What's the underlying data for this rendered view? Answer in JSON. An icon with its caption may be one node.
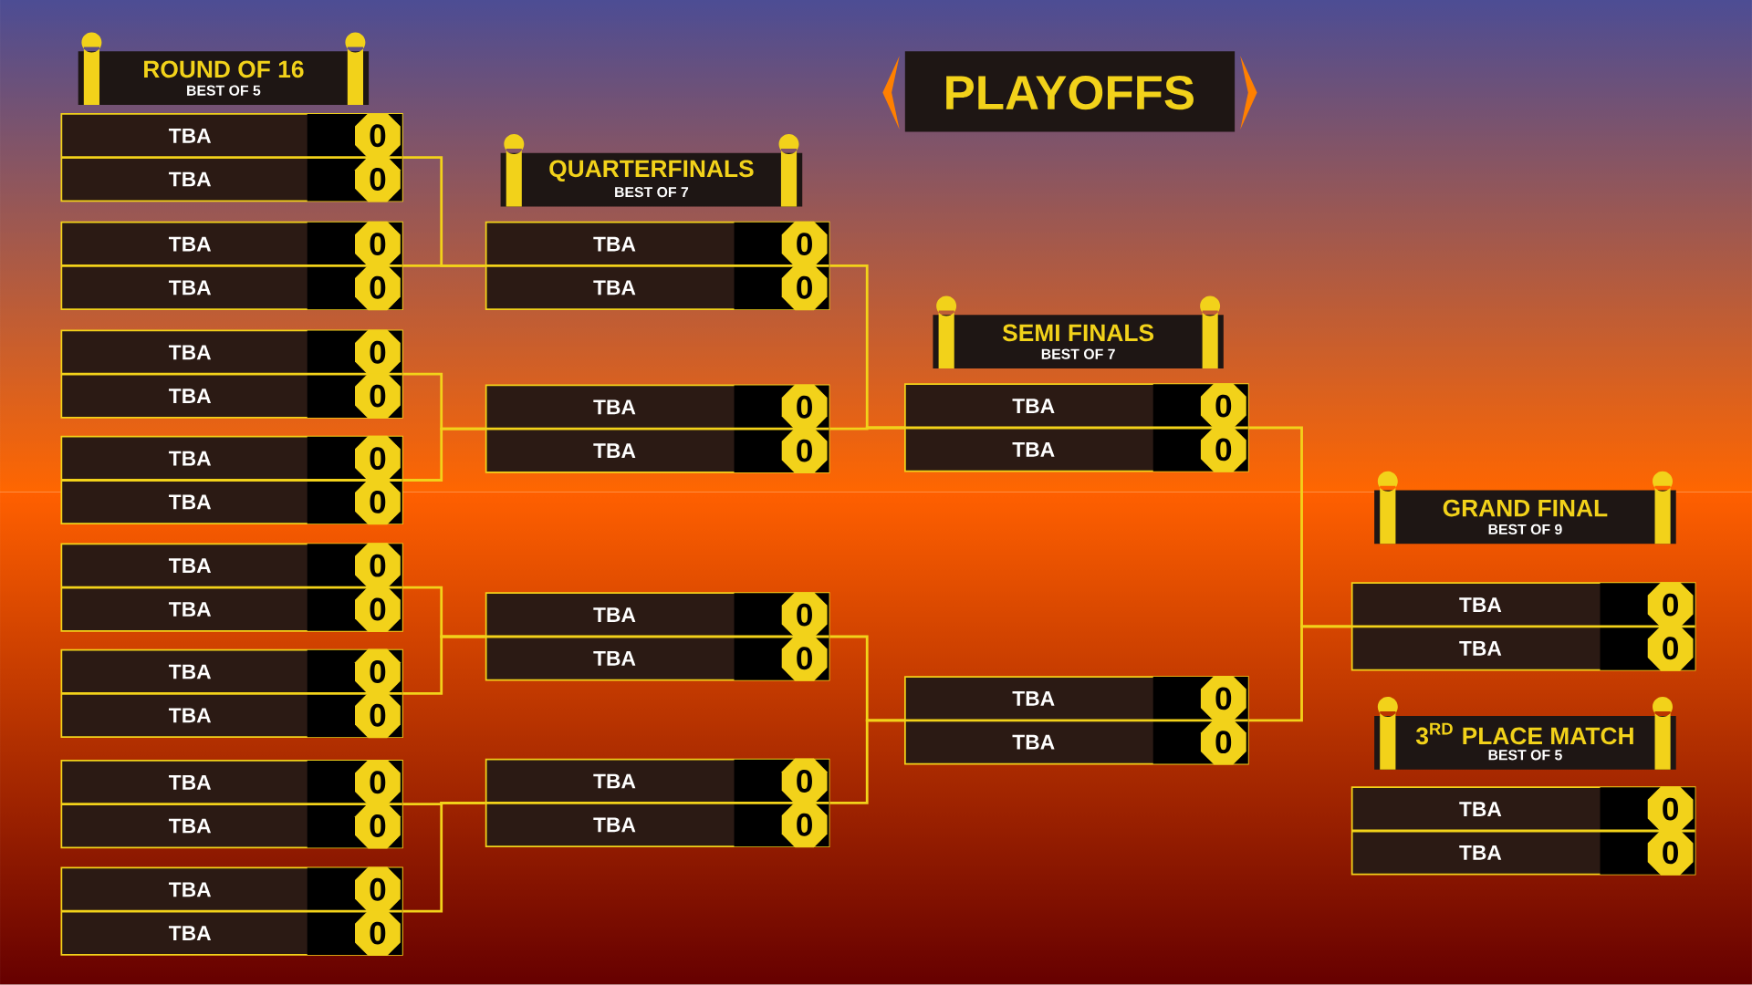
{
  "diagram": {
    "title": "PLAYOFFS",
    "nodes": [
      {
        "text": [
          "TBA",
          "0",
          "TBA",
          "0"
        ]
      },
      {
        "text": [
          "TBA",
          "0",
          "TBA",
          "0"
        ]
      },
      {
        "text": [
          "TBA",
          "0",
          "TBA",
          "0"
        ]
      },
      {
        "text": [
          "TBA",
          "0",
          "TBA",
          "0"
        ]
      },
      {
        "text": [
          "TBA",
          "0",
          "TBA",
          "0"
        ]
      },
      {
        "text": [
          "TBA",
          "0",
          "TBA",
          "0"
        ]
      },
      {
        "text": [
          "TBA",
          "0",
          "TBA",
          "0"
        ]
      },
      {
        "text": [
          "TBA",
          "0",
          "TBA",
          "0"
        ]
      },
      {
        "text": [
          "TBA",
          "0",
          "TBA",
          "0"
        ]
      },
      {
        "text": [
          "TBA",
          "0",
          "TBA",
          "0"
        ]
      },
      {
        "text": [
          "TBA",
          "0",
          "TBA",
          "0"
        ]
      },
      {
        "text": [
          "TBA",
          "0",
          "TBA",
          "0"
        ]
      },
      {
        "text": [
          "TBA",
          "0",
          "TBA",
          "0"
        ]
      },
      {
        "text": [
          "TBA",
          "0",
          "TBA",
          "0"
        ]
      },
      {
        "text": [
          "TBA",
          "0",
          "TBA",
          "0"
        ]
      },
      {
        "text": [
          "TBA",
          "0",
          "TBA",
          "0"
        ]
      },
      {
        "text": [
          "ROUND OF 16",
          "BEST OF 5"
        ]
      },
      {
        "text": [
          "QUARTERFINALS",
          "BEST OF 7"
        ]
      },
      {
        "text": [
          "SEMI FINALS",
          "BEST OF 7"
        ]
      },
      {
        "text": [
          "GRAND FINAL",
          "BEST OF 9"
        ]
      },
      {
        "text": [
          "3$^{RD}$ PLACE MATCH",
          "BEST OF 5"
        ]
      }
    ],
    "edges": [
      {
        "from": 0,
        "to": 8,
        "arrow": "none"
      },
      {
        "from": 1,
        "to": 8,
        "arrow": "none"
      },
      {
        "from": 2,
        "to": 9,
        "arrow": "none"
      },
      {
        "from": 3,
        "to": 9,
        "arrow": "none"
      },
      {
        "from": 4,
        "to": 10,
        "arrow": "none"
      },
      {
        "from": 5,
        "to": 10,
        "arrow": "none"
      },
      {
        "from": 6,
        "to": 11,
        "arrow": "none"
      },
      {
        "from": 7,
        "to": 11,
        "arrow": "none"
      },
      {
        "from": 8,
        "to": 12,
        "arrow": "none"
      },
      {
        "from": 9,
        "to": 12,
        "arrow": "none"
      },
      {
        "from": 10,
        "to": 13,
        "arrow": "none"
      },
      {
        "from": 11,
        "to": 13,
        "arrow": "none"
      },
      {
        "from": 12,
        "to": 14,
        "arrow": "none"
      },
      {
        "from": 13,
        "to": 14,
        "arrow": "none"
      }
    ]
  }
}
